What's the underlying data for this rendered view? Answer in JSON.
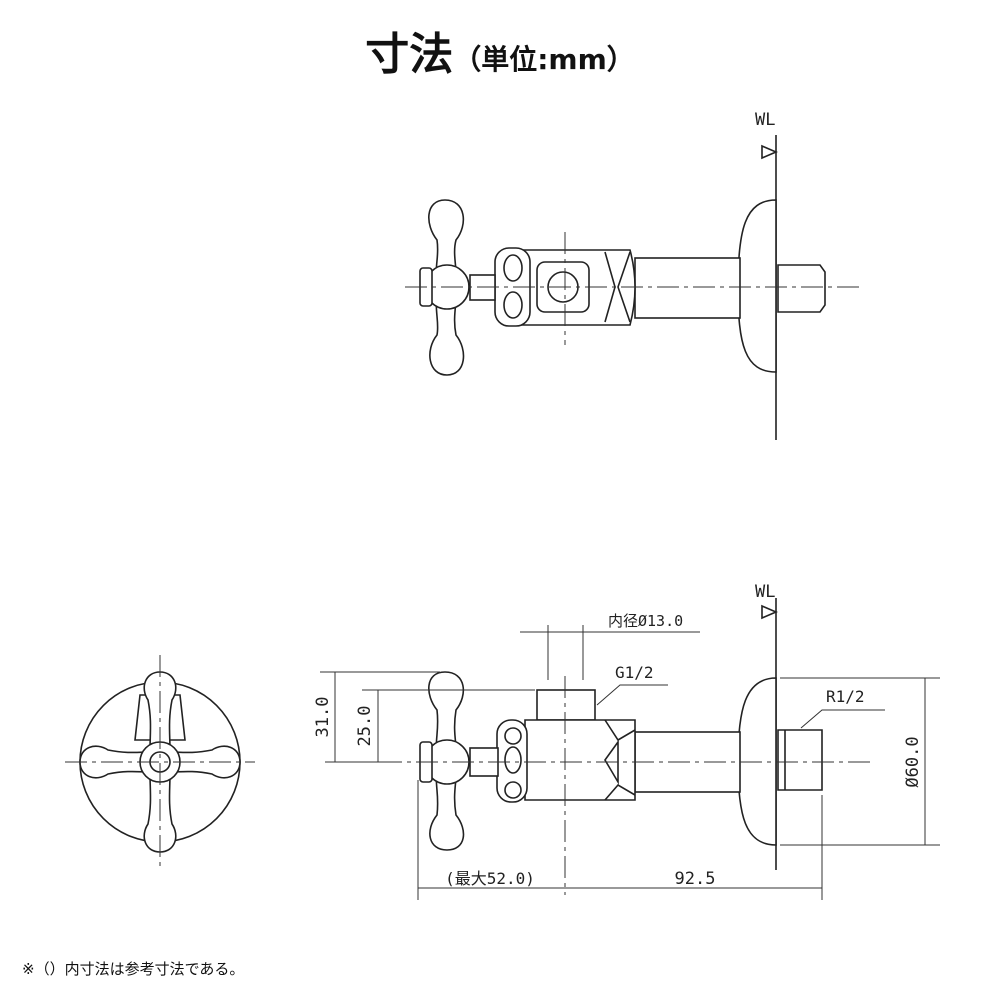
{
  "title": {
    "main": "寸法",
    "unit": "（単位:mm）"
  },
  "labels": {
    "wl_top": "WL",
    "wl_bottom": "WL",
    "inner_diameter": "内径Ø13.0",
    "g_thread": "G1/2",
    "r_thread": "R1/2",
    "dim_31": "31.0",
    "dim_25": "25.0",
    "dim_60": "Ø60.0",
    "dim_52": "(最大52.0)",
    "dim_92": "92.5"
  },
  "note": "※（）内寸法は参考寸法である。"
}
